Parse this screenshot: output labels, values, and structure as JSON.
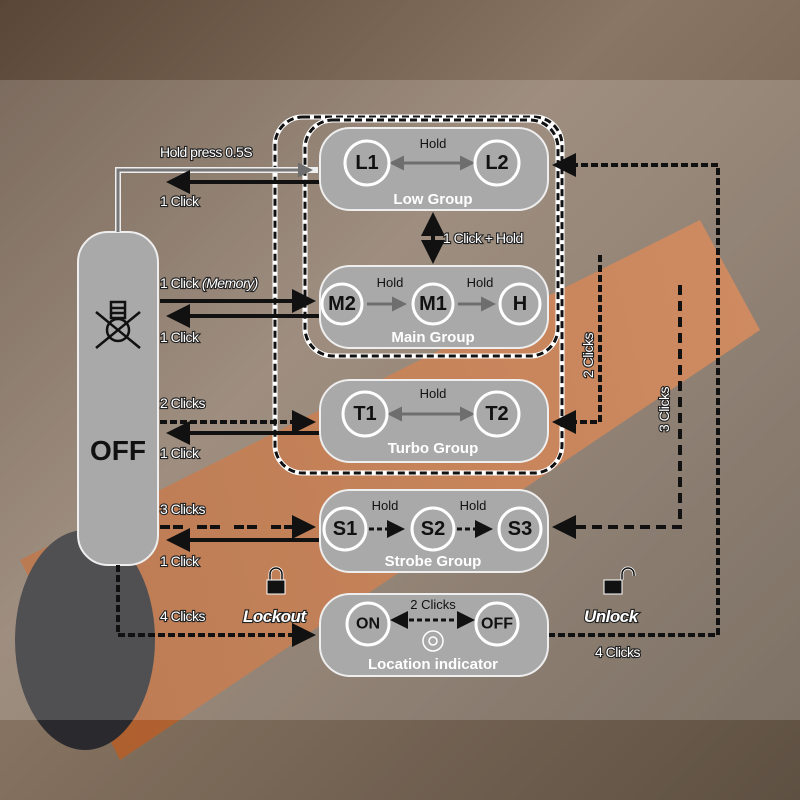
{
  "off_panel": {
    "label": "OFF",
    "icon": "no-light-icon"
  },
  "groups": [
    {
      "id": "low",
      "title": "Low Group",
      "nodes": [
        "L1",
        "L2"
      ],
      "transitions": [
        "Hold"
      ]
    },
    {
      "id": "main",
      "title": "Main Group",
      "nodes": [
        "M2",
        "M1",
        "H"
      ],
      "transitions": [
        "Hold",
        "Hold"
      ]
    },
    {
      "id": "turbo",
      "title": "Turbo Group",
      "nodes": [
        "T1",
        "T2"
      ],
      "transitions": [
        "Hold"
      ]
    },
    {
      "id": "strobe",
      "title": "Strobe Group",
      "nodes": [
        "S1",
        "S2",
        "S3"
      ],
      "transitions": [
        "Hold",
        "Hold"
      ]
    },
    {
      "id": "location",
      "title": "Location indicator",
      "nodes": [
        "ON",
        "OFF"
      ],
      "transitions": [
        "2 Clicks"
      ],
      "icon": "sun-icon"
    }
  ],
  "edges": {
    "hold_press": "Hold press 0.5S",
    "low_back": "1 Click",
    "memory": "1 Click",
    "memory_note": "(Memory)",
    "main_back": "1 Click",
    "low_main": "1 Click + Hold",
    "turbo_in": "2 Clicks",
    "turbo_back": "1 Click",
    "strobe_in": "3 Clicks",
    "strobe_back": "1 Click",
    "lockout_in": "4 Clicks",
    "lockout": "Lockout",
    "unlock": "Unlock",
    "unlock_clicks": "4 Clicks",
    "turbo_side": "2 Clicks",
    "strobe_side": "3 Clicks"
  },
  "icons": {
    "lock": "lock-icon",
    "unlock": "unlock-icon"
  },
  "colors": {
    "box": "#a9a9a9",
    "accent_orange": "#c8642a",
    "arrow": "#111111",
    "gray_arrow": "#6e6e6e"
  }
}
